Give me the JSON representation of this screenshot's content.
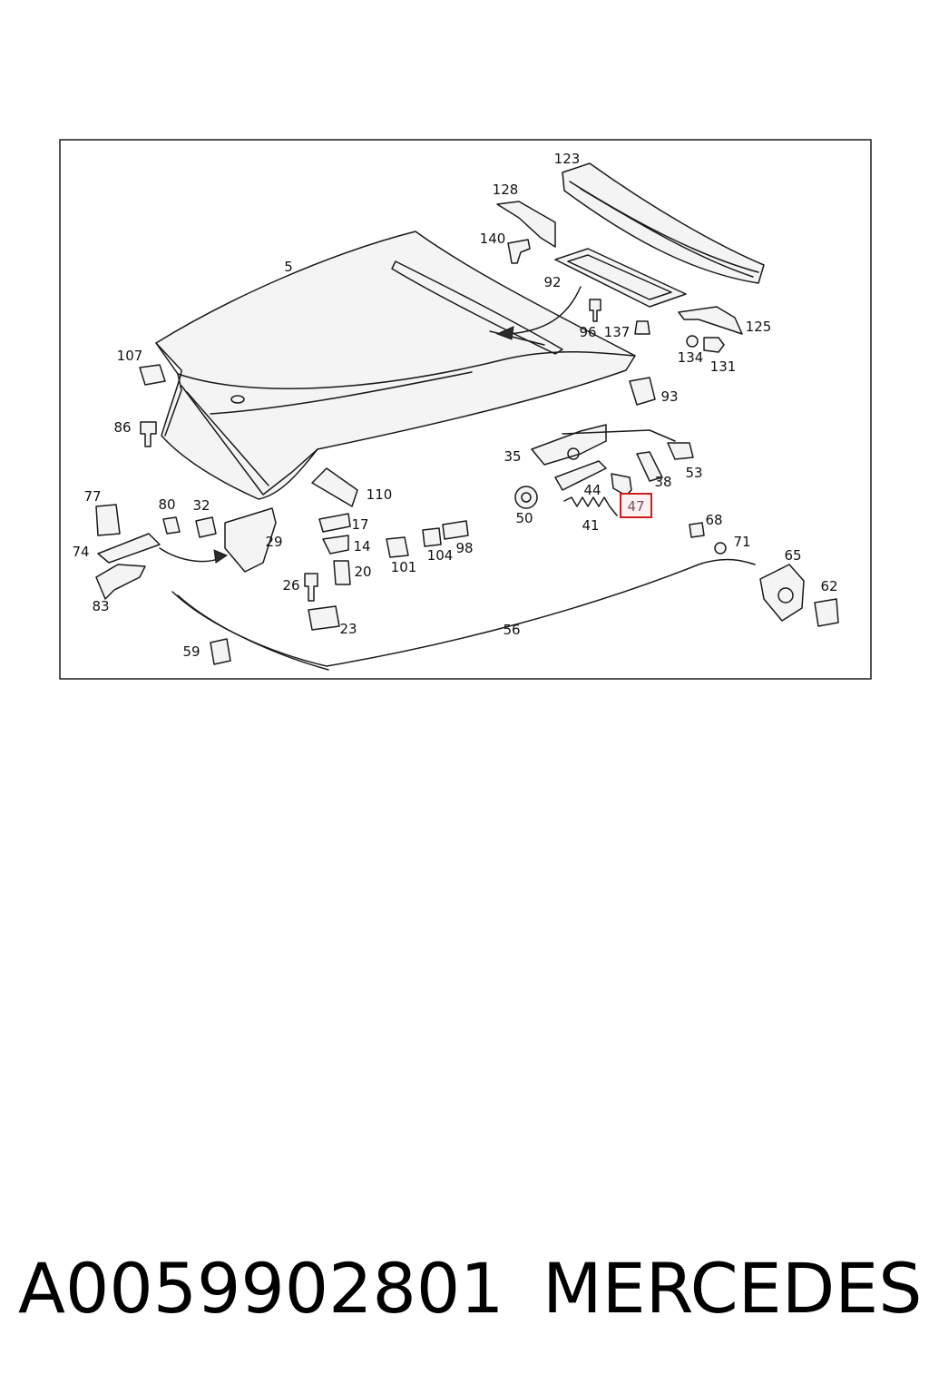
{
  "caption": {
    "part_number": "A0059902801",
    "brand": "MERCEDES"
  },
  "diagram": {
    "highlighted_callout": "47",
    "callouts": [
      "5",
      "123",
      "128",
      "140",
      "92",
      "96",
      "137",
      "125",
      "134",
      "131",
      "107",
      "86",
      "93",
      "35",
      "53",
      "38",
      "44",
      "47",
      "50",
      "41",
      "68",
      "71",
      "65",
      "62",
      "110",
      "17",
      "14",
      "20",
      "101",
      "104",
      "98",
      "26",
      "23",
      "77",
      "80",
      "32",
      "29",
      "74",
      "83",
      "56",
      "59"
    ]
  },
  "colors": {
    "line": "#1a1a1a",
    "highlight_border": "#d11d1d",
    "highlight_text": "#7a5060"
  }
}
